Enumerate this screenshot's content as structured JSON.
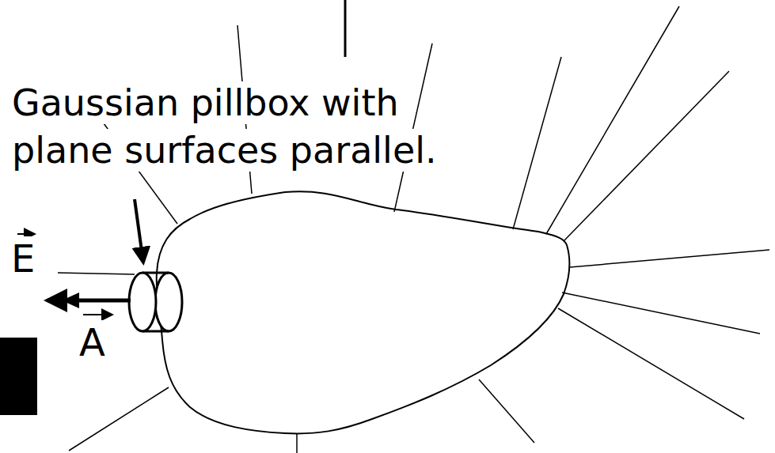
{
  "diagram": {
    "labels": [
      "Gaussian pillbox with plane surfaces parallel.",
      "E",
      "A"
    ]
  }
}
